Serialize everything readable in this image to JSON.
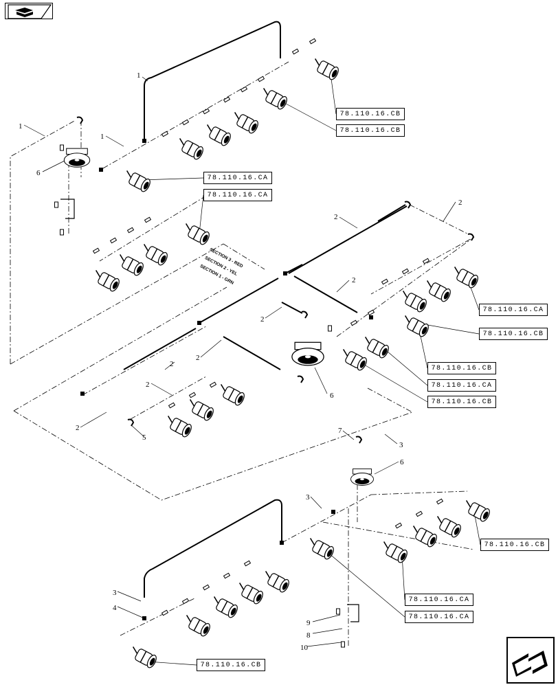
{
  "refs": [
    "78.110.16.CB",
    "78.110.16.CB",
    "78.110.16.CA",
    "78.110.16.CA",
    "78.110.16.CA",
    "78.110.16.CB",
    "78.110.16.CB",
    "78.110.16.CA",
    "78.110.16.CB",
    "78.110.16.CB",
    "78.110.16.CA",
    "78.110.16.CA",
    "78.110.16.CB"
  ],
  "callouts": [
    "1",
    "1",
    "1",
    "6",
    "2",
    "2",
    "2",
    "2",
    "2",
    "2",
    "2",
    "2",
    "5",
    "6",
    "7",
    "3",
    "6",
    "3",
    "3",
    "4",
    "9",
    "8",
    "10"
  ],
  "sections": [
    "SECTION 3 - RED",
    "SECTION 2 - YEL",
    "SECTION 1 - GRN"
  ],
  "icons": {
    "top_nav": "back-arrow-icon",
    "bottom_nav": "forward-arrow-icon"
  }
}
